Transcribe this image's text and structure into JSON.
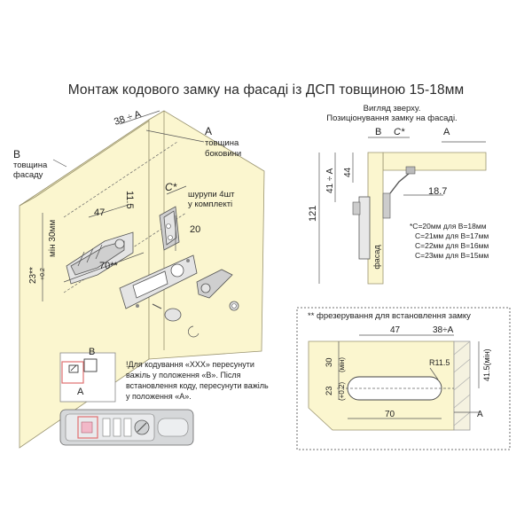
{
  "title": "Монтаж кодового замку на фасаді із ДСП товщиною 15-18мм",
  "left_view": {
    "dim_38_a": "38 ÷ A",
    "label_a": "A",
    "label_a_text": "товщина\nбоковини",
    "label_b": "B",
    "label_b_text": "товщина\nфасаду",
    "dim_11_5": "11.5",
    "dim_47": "47",
    "dim_c": "C*",
    "screws_text": "шурупи 4шт\nу комплекті",
    "dim_20": "20",
    "dim_30": "мін 30мм",
    "dim_23": "23**",
    "dim_tol": "+0.2",
    "dim_70": "70**"
  },
  "coding_note": {
    "inset_label_b": "B",
    "inset_label_a": "A",
    "text": "!Для кодування «ХХХ» пересунути важіль у положення «В». Після встановлення коду, пересунути важіль у положення «А»."
  },
  "top_view": {
    "caption_line1": "Вигляд зверху.",
    "caption_line2": "Позиціонування замку на фасаді.",
    "label_b": "B",
    "label_c": "C*",
    "label_a": "A",
    "dim_41_a": "41 ÷ A",
    "dim_44": "44",
    "dim_121": "121",
    "dim_18_7": "18.7",
    "facade": "фасад",
    "c_notes": [
      "*C=20мм для B=18мм",
      "C=21мм для B=17мм",
      "C=22мм для B=16мм",
      "C=23мм для B=15мм"
    ]
  },
  "milling": {
    "title": "** фрезерування для встановлення замку",
    "dim_47": "47",
    "dim_38_a": "38÷A",
    "dim_30": "30",
    "dim_min": "(мін)",
    "dim_23": "23",
    "dim_tol": "(+0.2)",
    "dim_r": "R11.5",
    "dim_41_5": "41.5(мін)",
    "dim_70": "70",
    "label_a": "A"
  }
}
